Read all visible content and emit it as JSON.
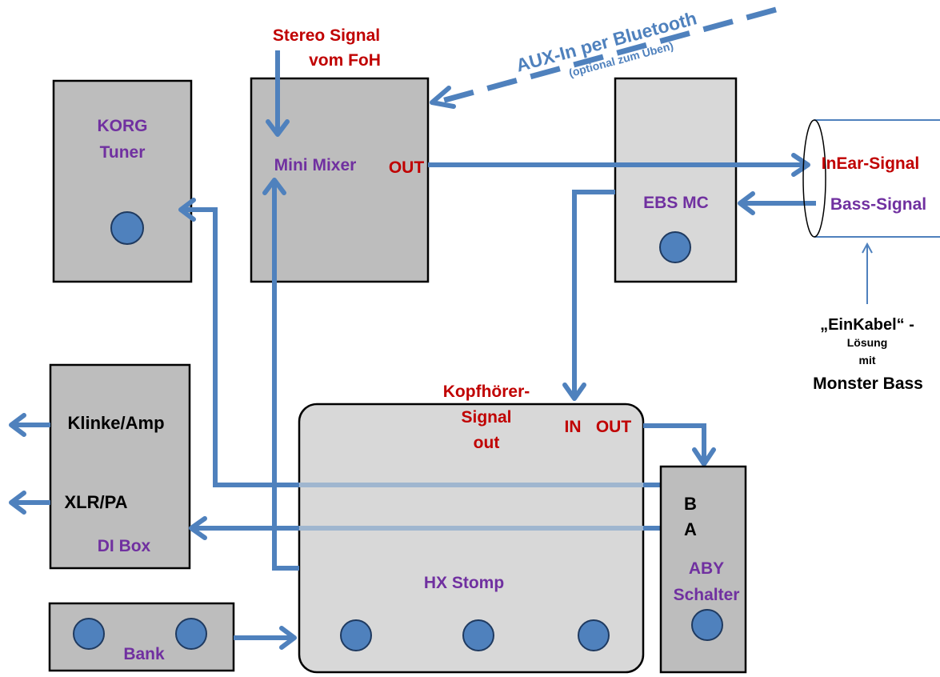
{
  "devices": {
    "korg": {
      "line1": "KORG",
      "line2": "Tuner"
    },
    "mixer": {
      "label": "Mini Mixer",
      "out_label": "OUT"
    },
    "ebs": {
      "label": "EBS MC"
    },
    "di": {
      "label": "DI Box",
      "klinke": "Klinke/Amp",
      "xlr": "XLR/PA"
    },
    "bank": {
      "label": "Bank"
    },
    "hx": {
      "label": "HX Stomp",
      "in_label": "IN",
      "out_label": "OUT"
    },
    "aby": {
      "line1": "ABY",
      "line2": "Schalter",
      "b_label": "B",
      "a_label": "A"
    }
  },
  "annotations": {
    "stereo_line1": "Stereo Signal",
    "stereo_line2": "vom FoH",
    "aux_main": "AUX-In per Bluetooth",
    "aux_sub": "(optional zum Üben)",
    "kopf_line1": "Kopfhörer-",
    "kopf_line2": "Signal",
    "kopf_line3": "out",
    "inear": "InEar-Signal",
    "bass_signal": "Bass-Signal",
    "einkabel_line1": "„EinKabel“ -",
    "einkabel_line2": "Lösung",
    "einkabel_line3": "mit",
    "einkabel_line4": "Monster Bass"
  },
  "colors": {
    "wire": "#4f81bd",
    "device_name": "#7030a0",
    "signal_label": "#c00000",
    "box_dark": "#bdbdbd",
    "box_light": "#d8d8d8"
  }
}
